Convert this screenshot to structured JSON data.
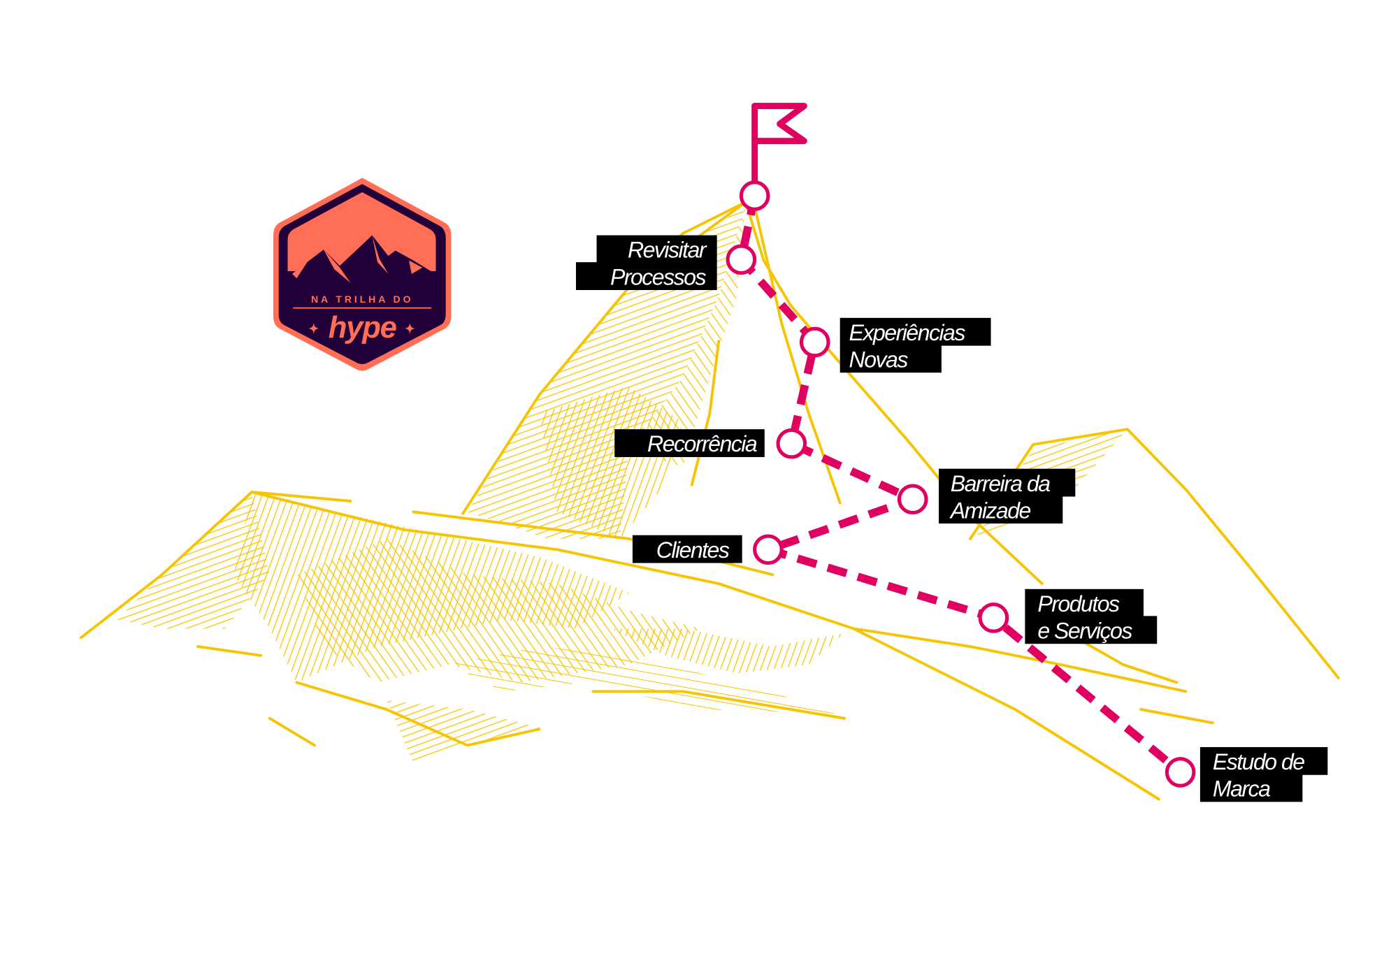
{
  "logo": {
    "line1": "NA TRILHA DO",
    "line2": "hype",
    "colors": {
      "background": "#22003A",
      "accent": "#FF6E55"
    }
  },
  "colors": {
    "mountain": "#F6C400",
    "path": "#E0005F",
    "label_bg": "#000000",
    "label_text": "#FFFFFF"
  },
  "trail": {
    "summit_icon": "flag-icon",
    "steps": [
      {
        "id": "revisitar",
        "lines": [
          "Revisitar",
          "Processos"
        ]
      },
      {
        "id": "experiencias",
        "lines": [
          "Experiências",
          "Novas"
        ]
      },
      {
        "id": "recorrencia",
        "lines": [
          "Recorrência"
        ]
      },
      {
        "id": "barreira",
        "lines": [
          "Barreira da",
          "Amizade"
        ]
      },
      {
        "id": "clientes",
        "lines": [
          "Clientes"
        ]
      },
      {
        "id": "produtos",
        "lines": [
          "Produtos",
          "e Serviços"
        ]
      },
      {
        "id": "estudo",
        "lines": [
          "Estudo de",
          "Marca"
        ]
      }
    ]
  }
}
